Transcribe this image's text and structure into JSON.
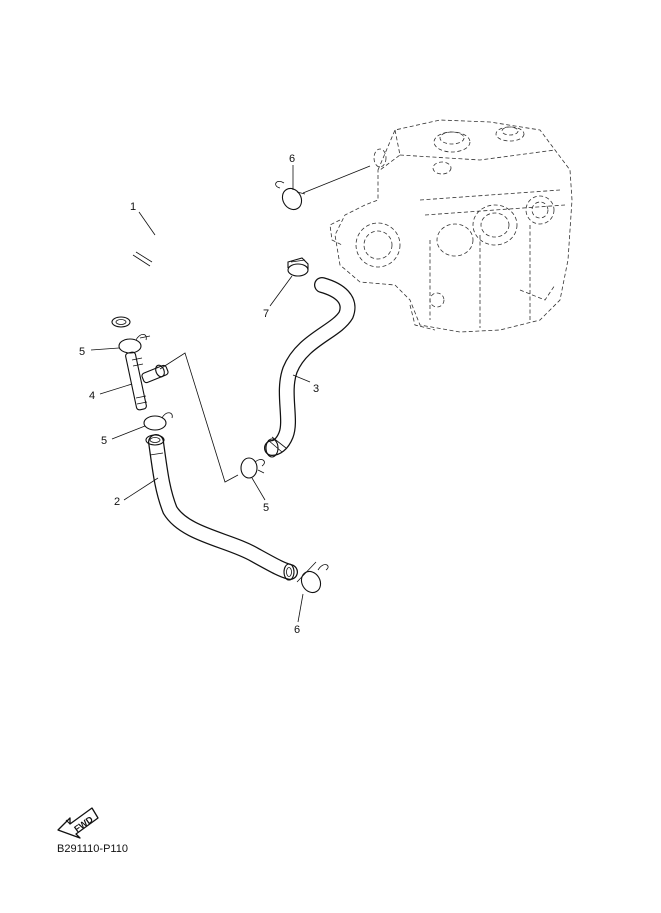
{
  "diagram": {
    "callouts": [
      {
        "id": "c1",
        "label": "1"
      },
      {
        "id": "c2",
        "label": "2"
      },
      {
        "id": "c3",
        "label": "3"
      },
      {
        "id": "c4",
        "label": "4"
      },
      {
        "id": "c5a",
        "label": "5"
      },
      {
        "id": "c5b",
        "label": "5"
      },
      {
        "id": "c5c",
        "label": "5"
      },
      {
        "id": "c6a",
        "label": "6"
      },
      {
        "id": "c6b",
        "label": "6"
      },
      {
        "id": "c7",
        "label": "7"
      }
    ],
    "fwd_label": "FWD",
    "figure_code": "B291110-P110"
  }
}
